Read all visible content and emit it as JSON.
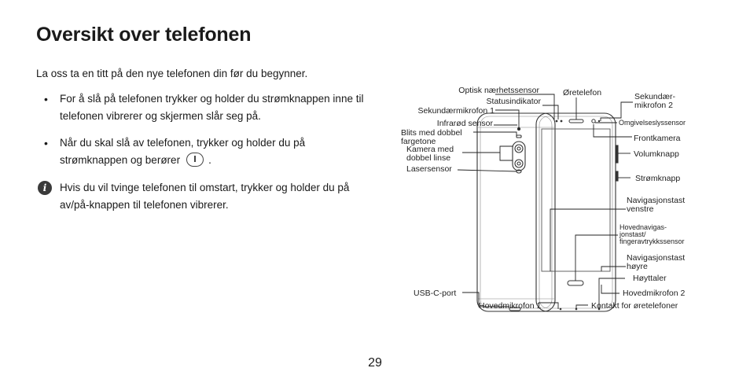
{
  "title": "Oversikt over telefonen",
  "intro": "La oss ta en titt på den nye telefonen din før du begynner.",
  "bullets": [
    "For å slå på telefonen trykker og holder du strømknappen inne til telefonen vibrerer og skjermen slår seg på.",
    "Når du skal slå av telefonen, trykker og holder du på"
  ],
  "bullet2_cont": "strømknappen og berører",
  "bullet2_end": ".",
  "note": "Hvis du vil tvinge telefonen til omstart, trykker og holder du på av/på-knappen til telefonen vibrerer.",
  "page_number": "29",
  "labels": {
    "optisk": "Optisk nærhetssensor",
    "statusindikator": "Statusindikator",
    "sekundaermikrofon1": "Sekundærmikrofon 1",
    "infrarod": "Infrarød sensor",
    "blits_1": "Blits med dobbel",
    "blits_2": "fargetone",
    "kamera_1": "Kamera med",
    "kamera_2": "dobbel linse",
    "laser": "Lasersensor",
    "usbc": "USB-C-port",
    "hovedmikrofon1": "Hovedmikrofon 1",
    "oretelefon": "Øretelefon",
    "sekundaer2_1": "Sekundær-",
    "sekundaer2_2": "mikrofon 2",
    "omgivelses": "Omgivelseslyssensor",
    "frontkamera": "Frontkamera",
    "volum": "Volumknapp",
    "strom": "Strømknapp",
    "nav_v_1": "Navigasjonstast",
    "nav_v_2": "venstre",
    "hoved_1": "Hovednavigas-",
    "hoved_2": "jonstast/",
    "hoved_3": "fingeravtrykkssensor",
    "nav_h_1": "Navigasjonstast",
    "nav_h_2": "høyre",
    "hoyttaler": "Høyttaler",
    "hovedmikrofon2": "Hovedmikrofon 2",
    "kontakt": "Kontakt for øretelefoner"
  }
}
